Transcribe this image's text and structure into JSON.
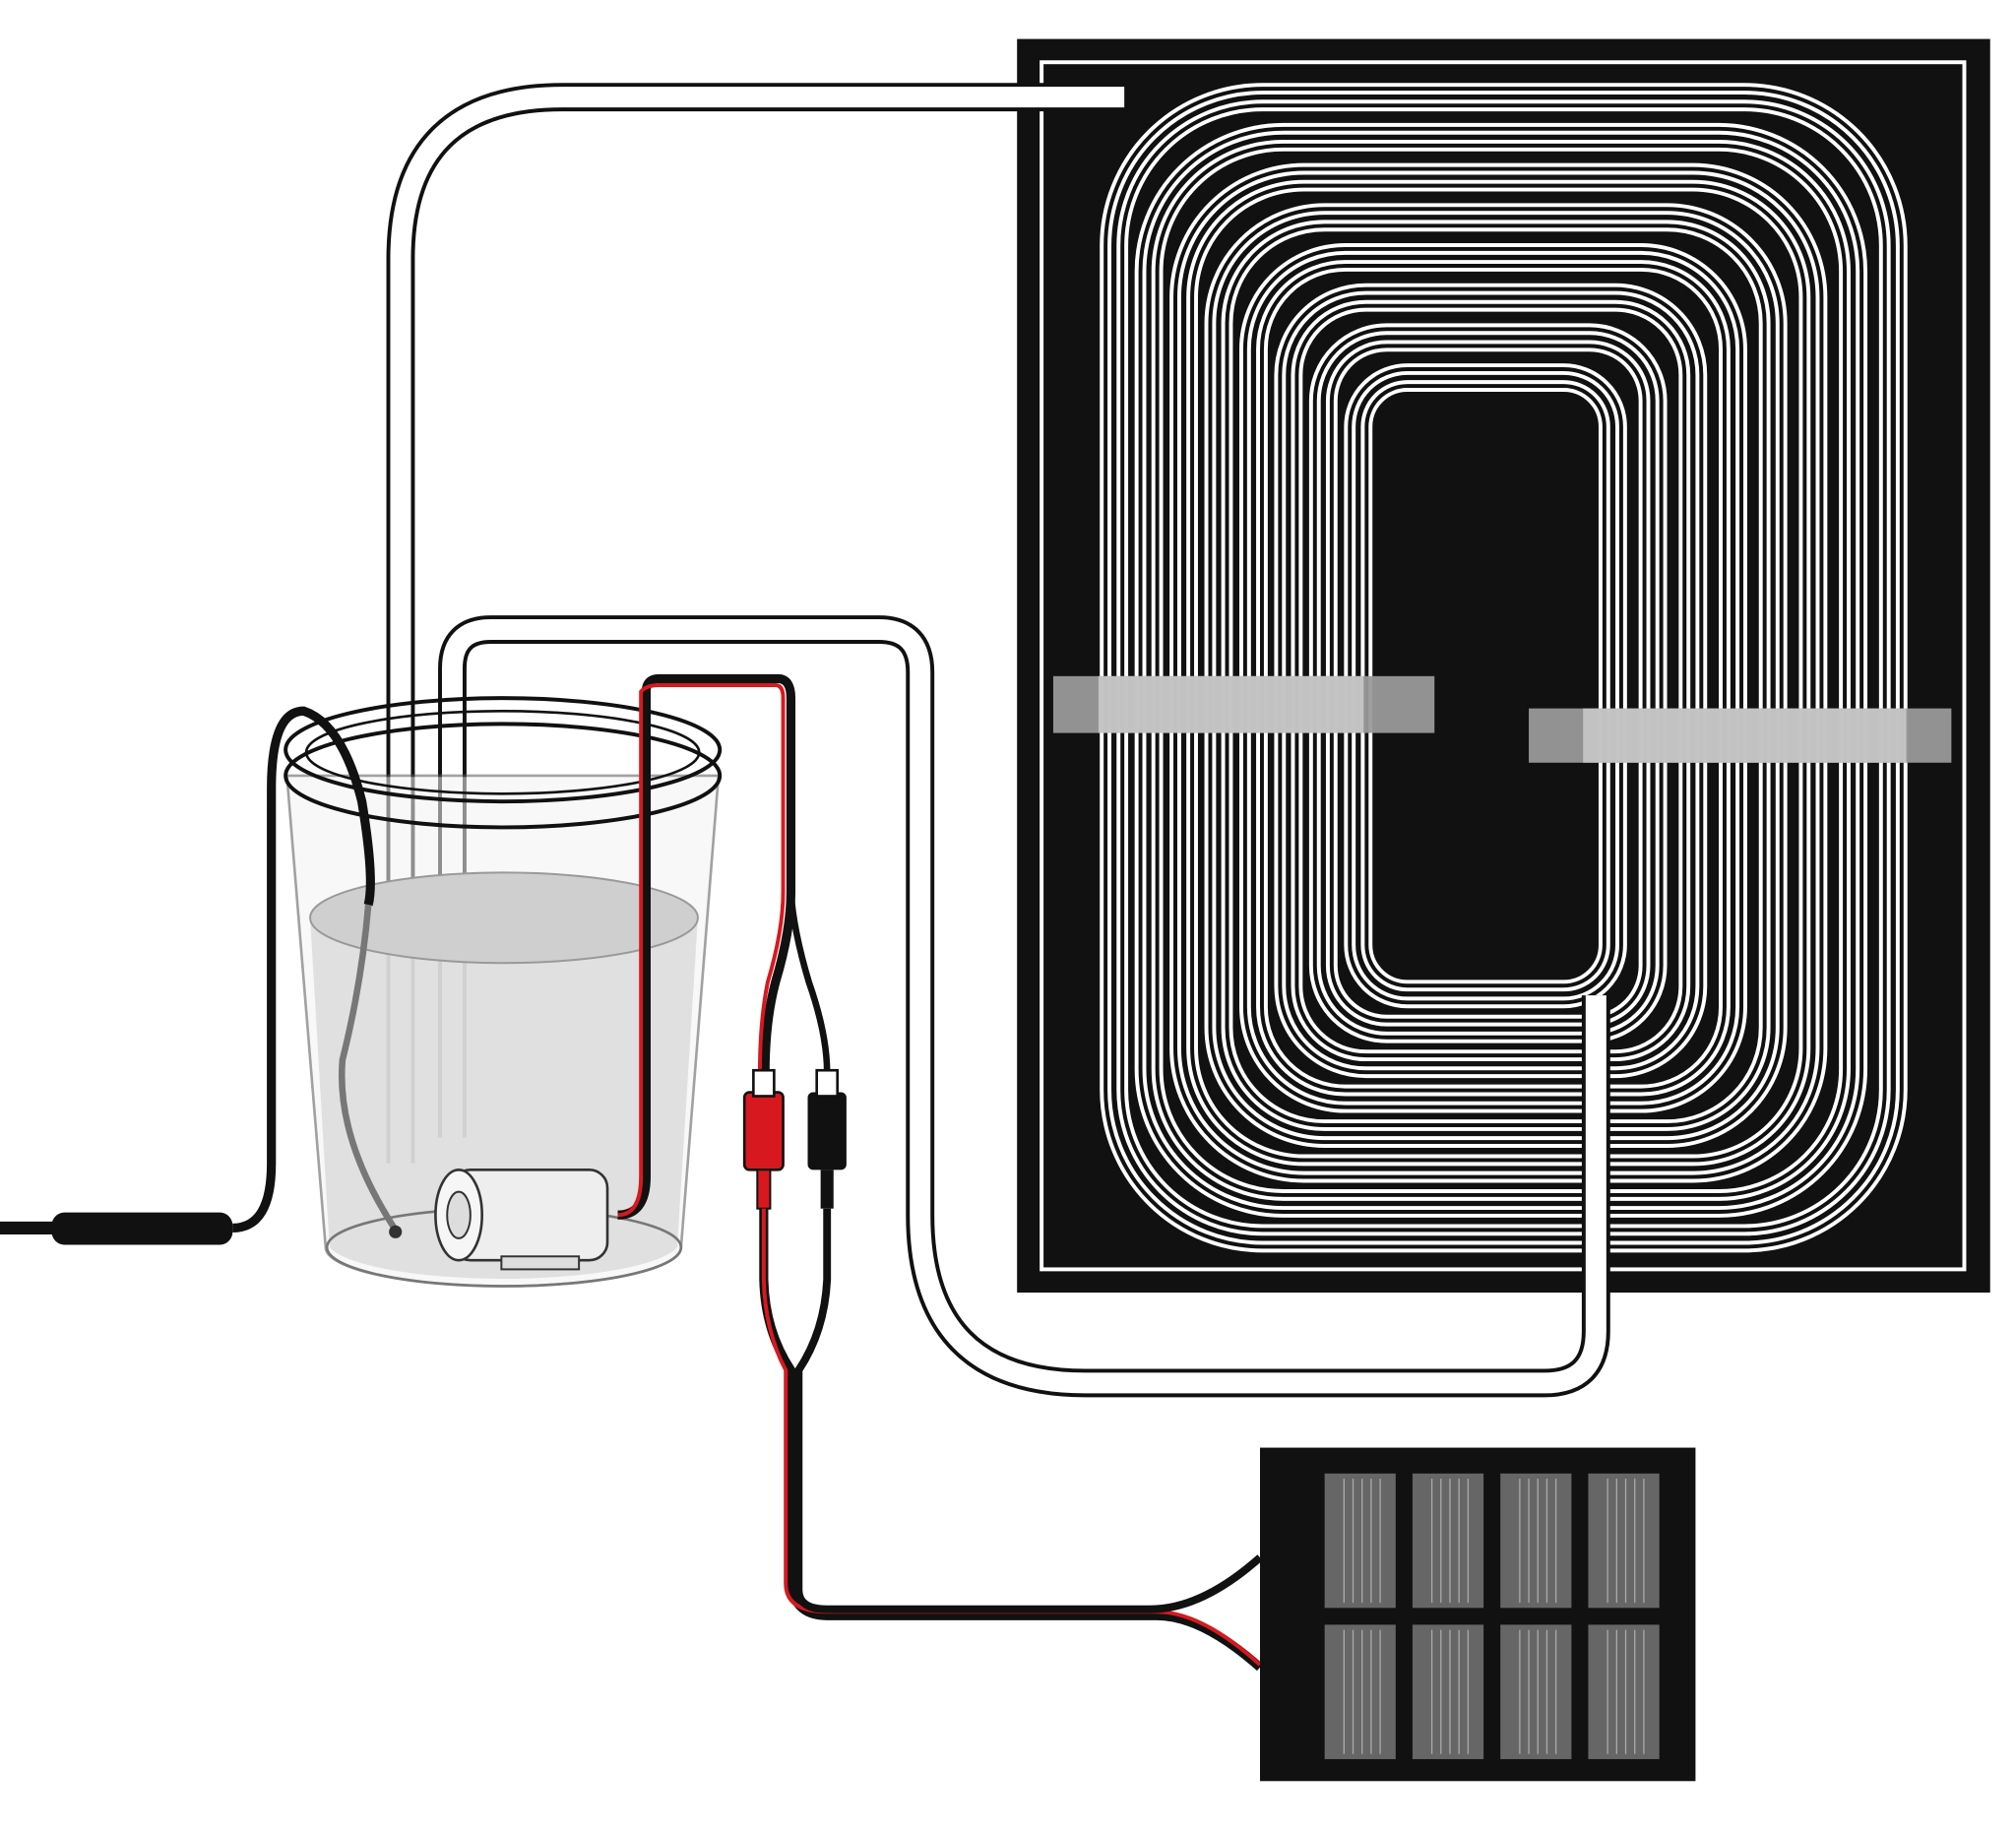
{
  "colors": {
    "panel": "#111111",
    "tube_fill": "#ffffff",
    "tube_outline": "#111111",
    "tape": "#9a9a9a",
    "water": "#dcdcdc",
    "wire_red": "#d7191f",
    "wire_black": "#111111",
    "solar_cell": "#666666"
  },
  "components": [
    "absorber-panel",
    "serpentine-tubing",
    "water-cup",
    "submersible-pump",
    "temperature-probe",
    "alligator-clip-leads",
    "solar-cell-panel",
    "tape-strips"
  ]
}
